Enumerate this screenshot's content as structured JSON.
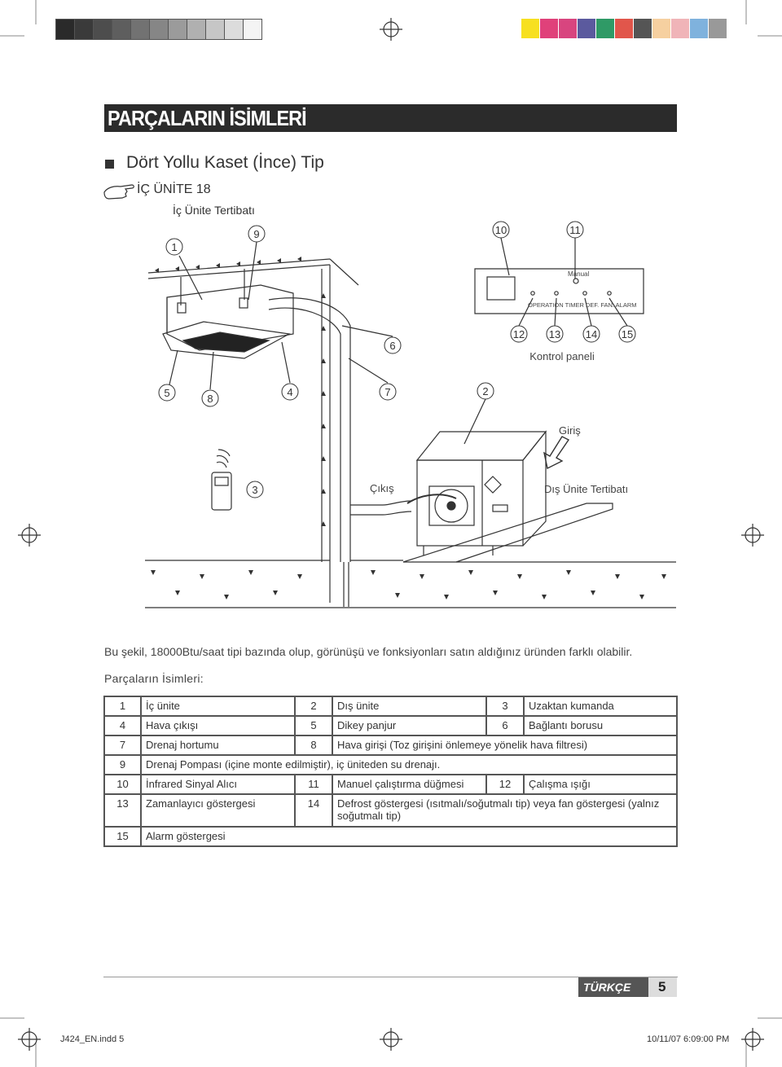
{
  "swatches_left": [
    "#2a2a2a",
    "#3a3a3a",
    "#4d4d4d",
    "#5e5e5e",
    "#727272",
    "#868686",
    "#9b9b9b",
    "#b0b0b0",
    "#c6c6c6",
    "#dcdcdc",
    "#f4f4f4"
  ],
  "swatches_right": [
    "#f7e020",
    "#e0417a",
    "#d8457f",
    "#5b5a9e",
    "#2f9a66",
    "#e1564b",
    "#555555",
    "#f6d0a0",
    "#f0b4b8",
    "#7fb2dd",
    "#999999"
  ],
  "page_title": "PARÇALARIN İSİMLERİ",
  "section_title": "Dört Yollu Kaset (İnce) Tip",
  "unit_label": "İÇ ÜNİTE 18",
  "assembly_label": "İç Ünite Tertibatı",
  "diagram": {
    "callouts": [
      "1",
      "9",
      "10",
      "11",
      "6",
      "12",
      "13",
      "14",
      "15",
      "5",
      "8",
      "4",
      "7",
      "2",
      "3"
    ],
    "panel_manual": "Manual",
    "panel_indicators": "OPERATION  TIMER   DEF. FAN.  ALARM",
    "control_panel": "Kontrol paneli",
    "inlet": "Giriş",
    "outlet": "Çıkış",
    "outdoor_assembly": "Dış Ünite Tertibatı"
  },
  "caption": "Bu şekil, 18000Btu/saat tipi bazında olup, görünüşü ve fonksiyonları satın aldığınız üründen farklı olabilir.",
  "parts_title": "Parçaların İsimleri:",
  "parts_rows": [
    [
      "1",
      "İç ünite",
      "2",
      "Dış ünite",
      "3",
      "Uzaktan kumanda"
    ],
    [
      "4",
      "Hava çıkışı",
      "5",
      "Dikey panjur",
      "6",
      "Bağlantı borusu"
    ],
    [
      "7",
      "Drenaj hortumu",
      "8",
      "Hava girişi (Toz girişini önlemeye yönelik hava filtresi)"
    ],
    [
      "9",
      "Drenaj Pompası (içine monte edilmiştir), iç üniteden su drenajı."
    ],
    [
      "10",
      "İnfrared Sinyal Alıcı",
      "11",
      "Manuel çalıştırma düğmesi",
      "12",
      "Çalışma ışığı"
    ],
    [
      "13",
      "Zamanlayıcı göstergesi",
      "14",
      "Defrost göstergesi (ısıtmalı/soğutmalı tip) veya fan göstergesi (yalnız soğutmalı tip)"
    ],
    [
      "15",
      "Alarm göstergesi"
    ]
  ],
  "language": "TÜRKÇE",
  "page_number": "5",
  "footer_file": "J424_EN.indd   5",
  "footer_date": "10/11/07   6:09:00 PM"
}
